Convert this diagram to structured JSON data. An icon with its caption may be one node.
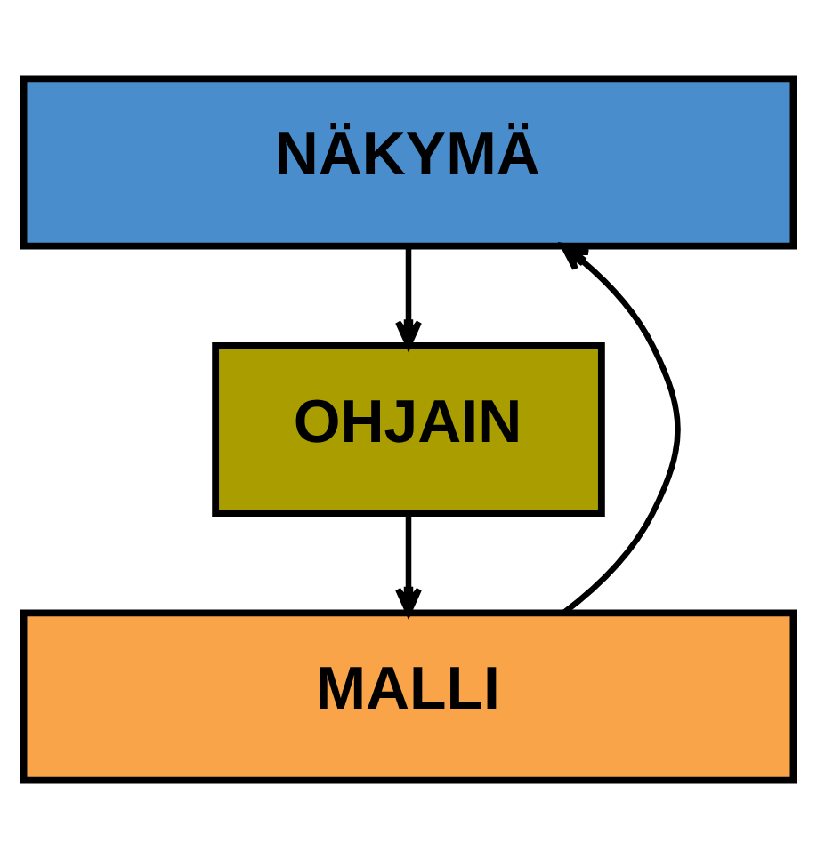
{
  "diagram": {
    "nodes": [
      {
        "text": [
          "NÄKYMÄ"
        ]
      },
      {
        "text": [
          "OHJAIN"
        ]
      },
      {
        "text": [
          "MALLI"
        ]
      }
    ],
    "edges": [
      {
        "from": 0,
        "to": 1,
        "arrow": "to"
      },
      {
        "from": 1,
        "to": 2,
        "arrow": "to"
      },
      {
        "from": 2,
        "to": 0,
        "arrow": "to"
      }
    ]
  }
}
